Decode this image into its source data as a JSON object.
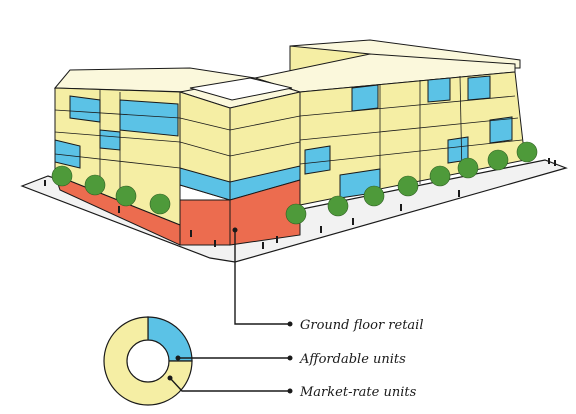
{
  "legend": {
    "ground_floor_retail": "Ground floor retail",
    "affordable_units": "Affordable units",
    "market_rate_units": "Market-rate units"
  },
  "donut": {
    "affordable_fraction": 0.25,
    "market_rate_fraction": 0.75
  },
  "colors": {
    "market_rate": "#f5eea4",
    "affordable": "#5bc2e6",
    "retail": "#ec6c4f",
    "outline": "#1a1a1a",
    "tree": "#4e9a3a",
    "sidewalk": "#f2f2f2"
  },
  "icons": [
    "person-icon",
    "tree-icon",
    "building"
  ]
}
